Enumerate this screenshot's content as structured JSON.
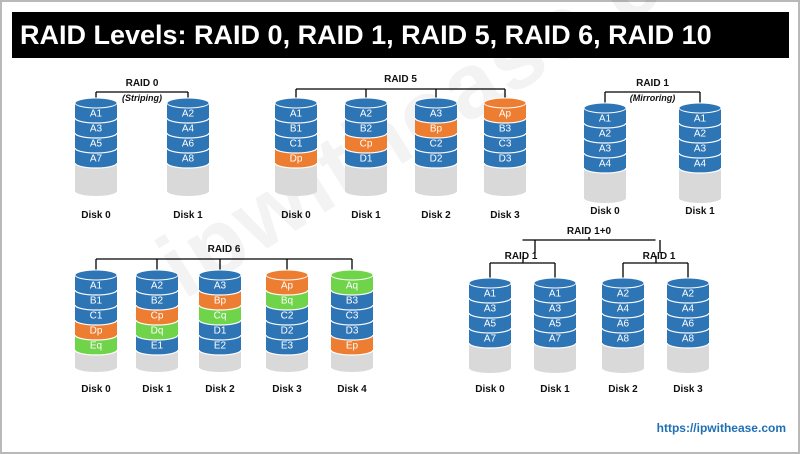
{
  "title": "RAID Levels: RAID 0, RAID 1, RAID 5, RAID 6, RAID 10",
  "footer_url": "https://ipwithease.com",
  "watermark": "ipwithease.com",
  "colors": {
    "data": "#2e75b6",
    "parity_p": "#ed7d31",
    "parity_q": "#70d44b",
    "empty": "#d9d9d9",
    "separator": "#ffffff"
  },
  "groups": [
    {
      "id": "raid0",
      "label": "RAID 0",
      "caption": "(Striping)",
      "disks": [
        {
          "name": "Disk 0",
          "blocks": [
            "A1",
            "A3",
            "A5",
            "A7"
          ]
        },
        {
          "name": "Disk 1",
          "blocks": [
            "A2",
            "A4",
            "A6",
            "A8"
          ]
        }
      ]
    },
    {
      "id": "raid5",
      "label": "RAID 5",
      "caption": "",
      "disks": [
        {
          "name": "Disk 0",
          "blocks": [
            "A1",
            "B1",
            "C1",
            "Dp"
          ]
        },
        {
          "name": "Disk 1",
          "blocks": [
            "A2",
            "B2",
            "Cp",
            "D1"
          ]
        },
        {
          "name": "Disk 2",
          "blocks": [
            "A3",
            "Bp",
            "C2",
            "D2"
          ]
        },
        {
          "name": "Disk 3",
          "blocks": [
            "Ap",
            "B3",
            "C3",
            "D3"
          ]
        }
      ]
    },
    {
      "id": "raid1",
      "label": "RAID 1",
      "caption": "(Mirroring)",
      "disks": [
        {
          "name": "Disk 0",
          "blocks": [
            "A1",
            "A2",
            "A3",
            "A4"
          ]
        },
        {
          "name": "Disk 1",
          "blocks": [
            "A1",
            "A2",
            "A3",
            "A4"
          ]
        }
      ]
    },
    {
      "id": "raid6",
      "label": "RAID 6",
      "caption": "",
      "disks": [
        {
          "name": "Disk 0",
          "blocks": [
            "A1",
            "B1",
            "C1",
            "Dp",
            "Eq"
          ]
        },
        {
          "name": "Disk 1",
          "blocks": [
            "A2",
            "B2",
            "Cp",
            "Dq",
            "E1"
          ]
        },
        {
          "name": "Disk 2",
          "blocks": [
            "A3",
            "Bp",
            "Cq",
            "D1",
            "E2"
          ]
        },
        {
          "name": "Disk 3",
          "blocks": [
            "Ap",
            "Bq",
            "C2",
            "D2",
            "E3"
          ]
        },
        {
          "name": "Disk 4",
          "blocks": [
            "Aq",
            "B3",
            "C3",
            "D3",
            "Ep"
          ]
        }
      ]
    },
    {
      "id": "raid10",
      "label": "RAID 1+0",
      "caption": "",
      "sub_labels": [
        "RAID 1",
        "RAID 1"
      ],
      "disks": [
        {
          "name": "Disk 0",
          "blocks": [
            "A1",
            "A3",
            "A5",
            "A7"
          ]
        },
        {
          "name": "Disk 1",
          "blocks": [
            "A1",
            "A3",
            "A5",
            "A7"
          ]
        },
        {
          "name": "Disk 2",
          "blocks": [
            "A2",
            "A4",
            "A6",
            "A8"
          ]
        },
        {
          "name": "Disk 3",
          "blocks": [
            "A2",
            "A4",
            "A6",
            "A8"
          ]
        }
      ]
    }
  ]
}
